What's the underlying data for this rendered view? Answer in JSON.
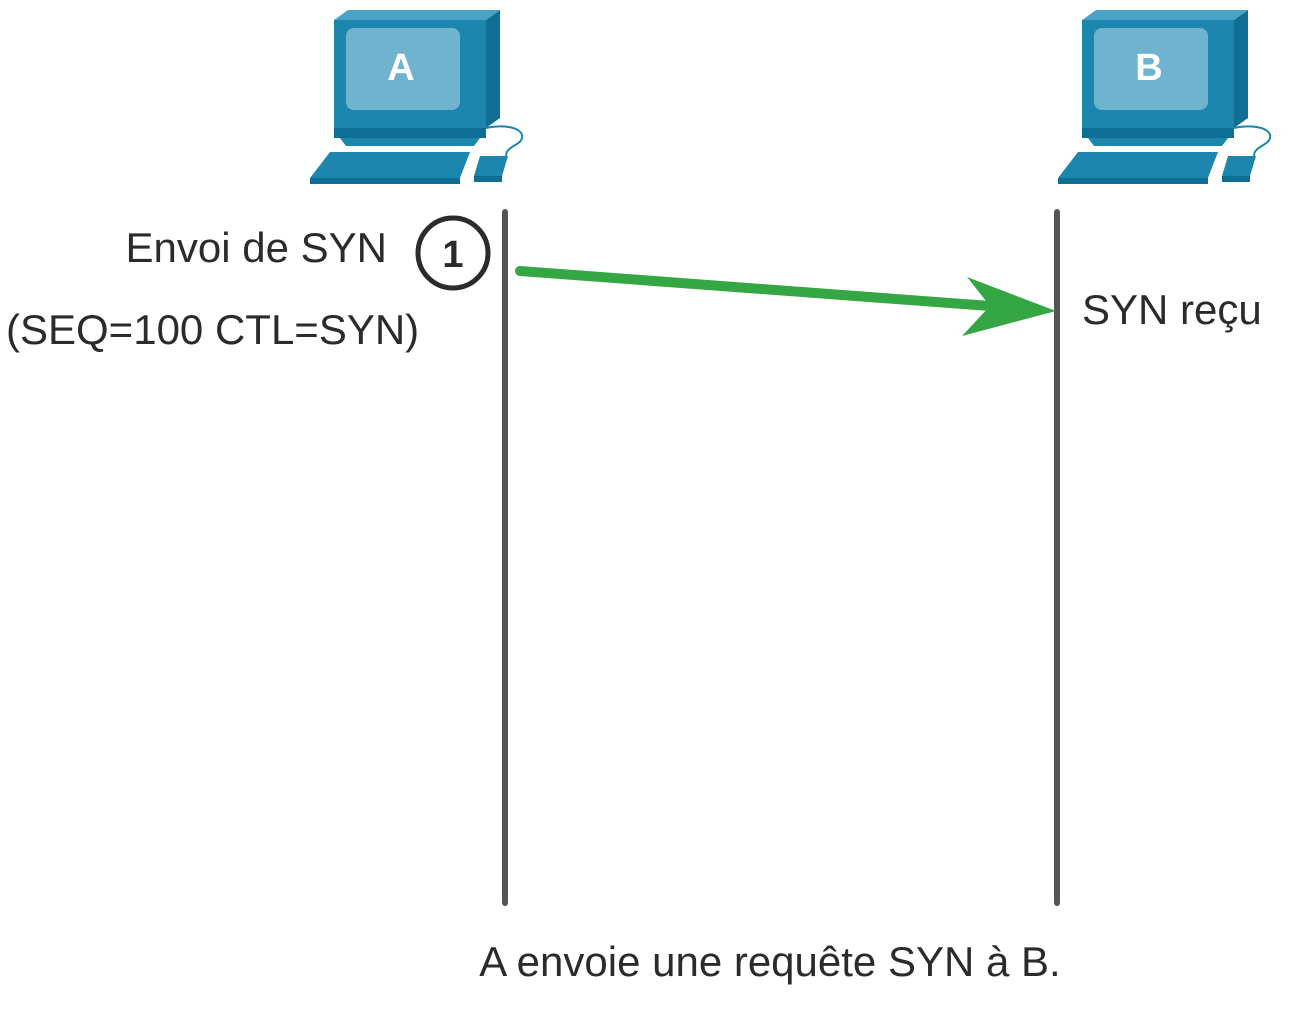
{
  "hosts": [
    {
      "id": "a",
      "label": "A"
    },
    {
      "id": "b",
      "label": "B"
    }
  ],
  "step": {
    "number": "1",
    "action": "Envoi de SYN",
    "params": "(SEQ=100 CTL=SYN)",
    "received": "SYN reçu"
  },
  "caption": "A envoie une requête SYN à B.",
  "colors": {
    "computer_dark": "#0e6e93",
    "computer_mid": "#1c86ad",
    "computer_screen": "#6fb3cf",
    "timeline": "#555555",
    "arrow": "#34a744",
    "text": "#2b2b2b"
  }
}
